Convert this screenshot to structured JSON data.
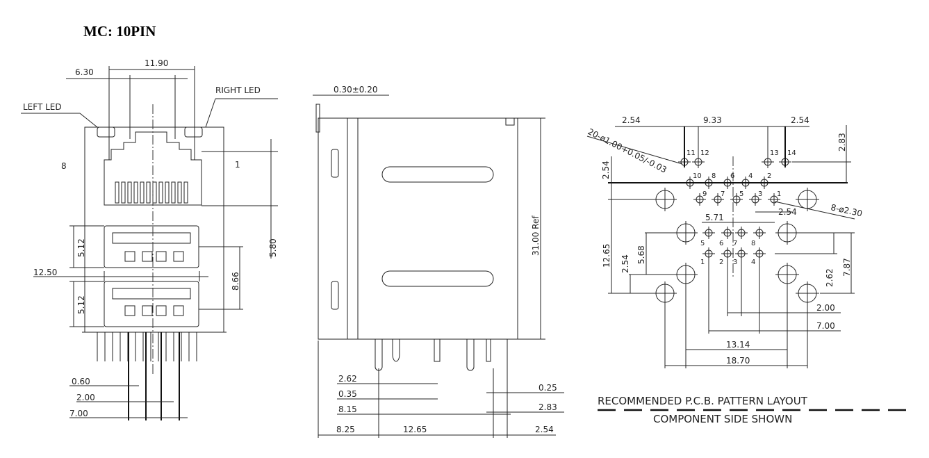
{
  "title": "MC: 10PIN",
  "front_view": {
    "dim_top": "11.90",
    "dim_led": "6.30",
    "left_led": "LEFT LED",
    "right_led": "RIGHT LED",
    "pin8": "8",
    "pin1": "1",
    "usb_top_h": "5.12",
    "usb_width": "12.50",
    "usb_pitch": "8.66",
    "rj_h": "5.80",
    "usb_bot_h": "5.12",
    "pin_w": "0.60",
    "pin_pitch": "2.00",
    "pin_span": "7.00"
  },
  "side_view": {
    "flange": "0.30±0.20",
    "depth": "31.00 Ref",
    "d1": "2.62",
    "d2": "0.35",
    "d3": "8.15",
    "d4": "8.25",
    "d5": "12.65",
    "d6": "0.25",
    "d7": "2.83",
    "d8": "2.54"
  },
  "pcb_layout": {
    "holes_small": "20-ø1.00+0.05/-0.03",
    "left_pitch": "2.54",
    "mid_span": "9.33",
    "right_pitch": "2.54",
    "led_offset": "2.83",
    "row_pitch": "2.54",
    "big_holes": "8-ø2.30",
    "pitch_254": "2.54",
    "span_571": "5.71",
    "h_1265": "12.65",
    "h_254": "2.54",
    "h_568": "5.68",
    "h_262": "2.62",
    "h_787": "7.87",
    "w_200": "2.00",
    "w_700": "7.00",
    "w_1314": "13.14",
    "w_1870": "18.70",
    "led_pins": [
      "11",
      "12",
      "13",
      "14"
    ],
    "rj_even": [
      "10",
      "8",
      "6",
      "4",
      "2"
    ],
    "rj_odd": [
      "9",
      "7",
      "5",
      "3",
      "1"
    ],
    "usb_top": [
      "5",
      "6",
      "7",
      "8"
    ],
    "usb_bot": [
      "1",
      "2",
      "3",
      "4"
    ],
    "caption": "RECOMMENDED P.C.B. PATTERN LAYOUT",
    "subcaption": "COMPONENT SIDE SHOWN"
  }
}
